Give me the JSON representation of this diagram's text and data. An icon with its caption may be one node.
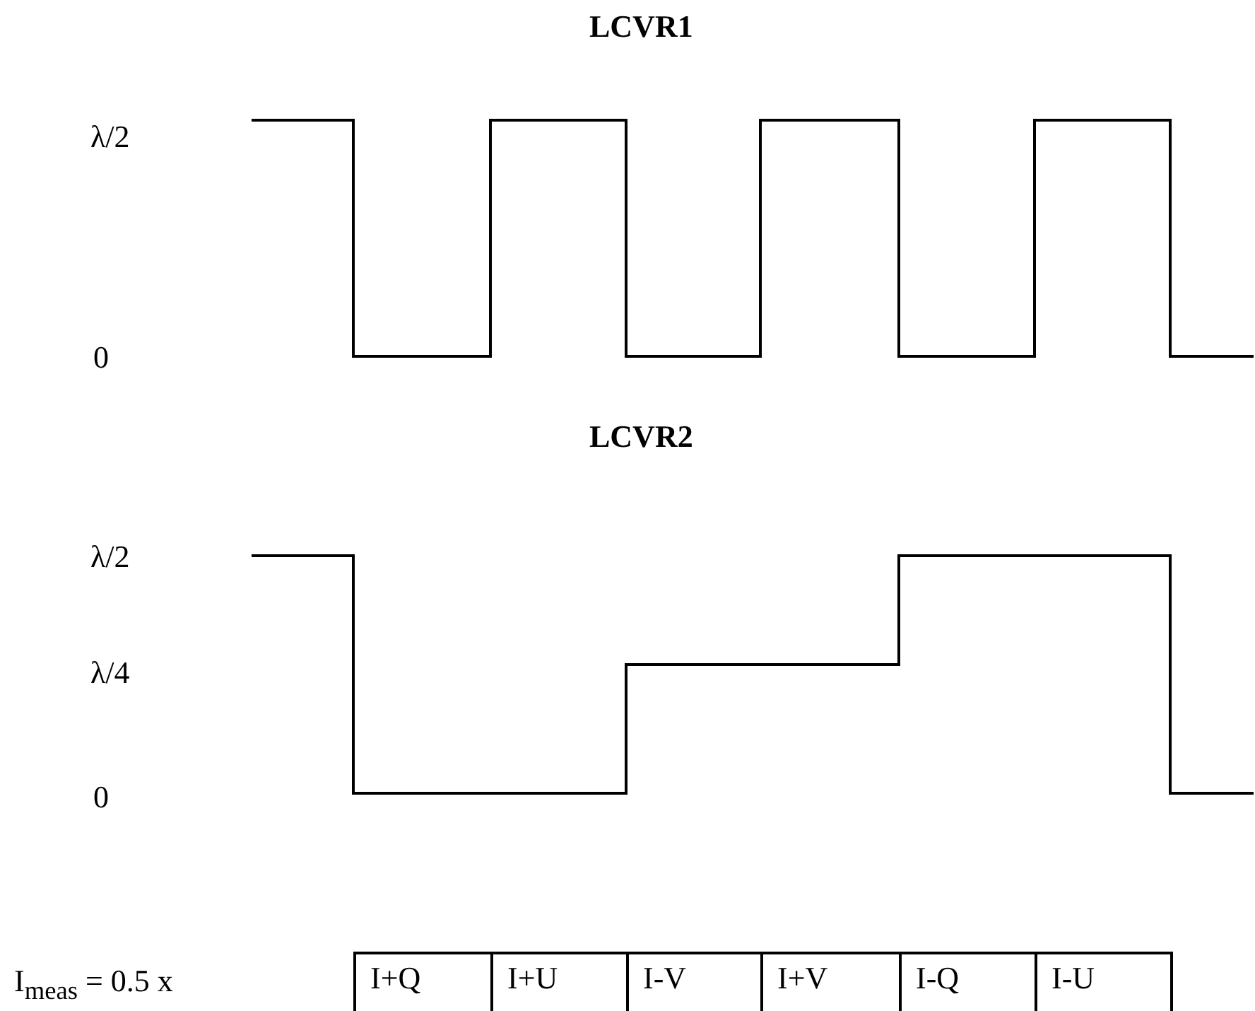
{
  "diagram": {
    "labels": [
      "LCVR1",
      "λ/2",
      "0",
      "LCVR2",
      "λ/2",
      "λ/4",
      "0",
      "I$_{meas}$ = 0.5  x",
      "I+Q",
      "I+U",
      "I-V",
      "I+V",
      "I-Q",
      "I-U"
    ]
  }
}
